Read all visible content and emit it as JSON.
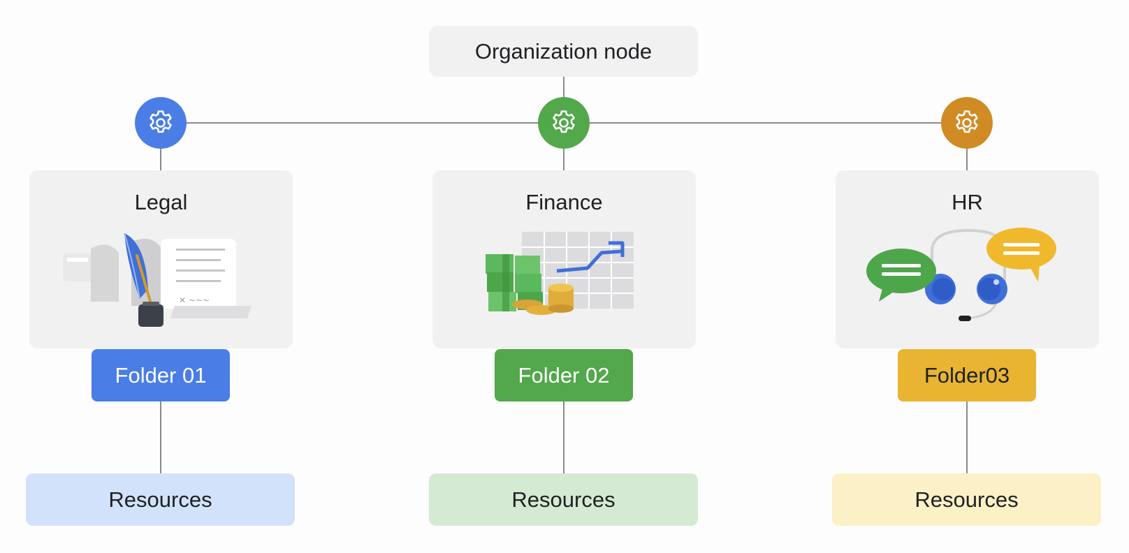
{
  "org_node": {
    "label": "Organization node"
  },
  "departments": [
    {
      "name": "Legal",
      "folder": "Folder 01",
      "resources": "Resources",
      "color": "#4a7ee6",
      "resources_bg": "#d2e2fb",
      "icon": "gear-icon"
    },
    {
      "name": "Finance",
      "folder": "Folder 02",
      "resources": "Resources",
      "color": "#52a84a",
      "resources_bg": "#d4ead3",
      "icon": "gear-icon"
    },
    {
      "name": "HR",
      "folder": "Folder03",
      "resources": "Resources",
      "color": "#e8b432",
      "resources_bg": "#fbf0c6",
      "icon": "gear-icon",
      "gear_color": "#d08b25"
    }
  ]
}
